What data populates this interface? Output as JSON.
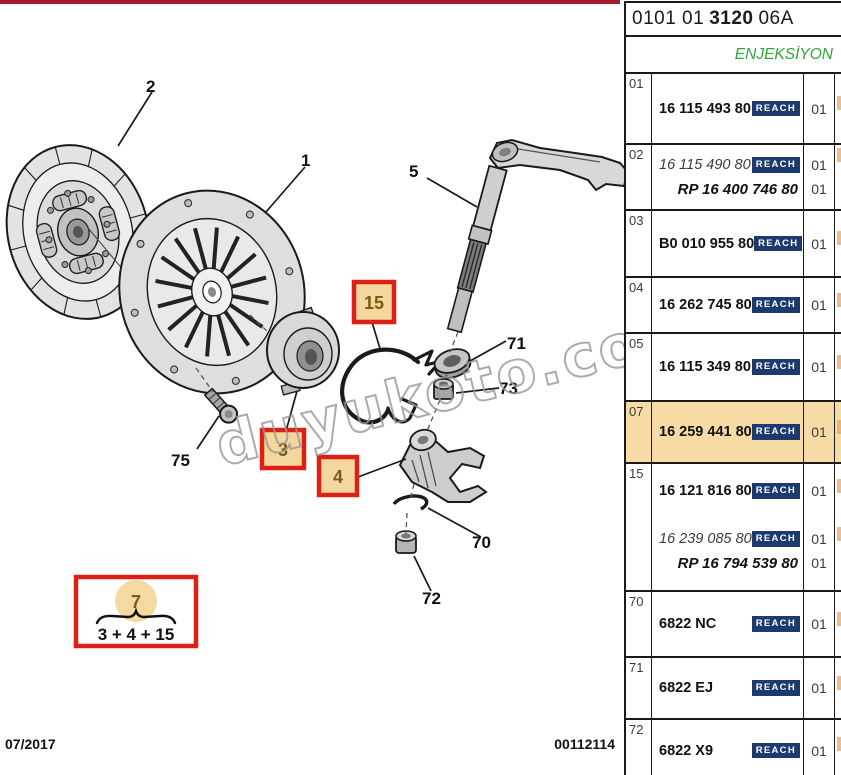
{
  "header": {
    "code_prefix": "0101 01",
    "code_bold": "3120",
    "code_suffix": "06A",
    "section": "ENJEKSİYON"
  },
  "labels": {
    "reach": "REACH"
  },
  "footer": {
    "date": "07/2017",
    "doc_number": "00112114"
  },
  "diagram": {
    "watermark": "duyukoto.com",
    "part_labels": {
      "p1": "1",
      "p2": "2",
      "p5": "5",
      "p70": "70",
      "p71": "71",
      "p72": "72",
      "p73": "73",
      "p75": "75"
    },
    "callouts": {
      "c15": "15",
      "c3": "3",
      "c4": "4"
    },
    "legend": {
      "group": "7",
      "formula": "3 + 4 + 15"
    }
  },
  "colors": {
    "top_line": "#a81a2e",
    "callout_red": "#dd2016",
    "callout_fill": "#f3d79f",
    "highlight_row": "#f6dca4",
    "reach_bg": "#1d3a6e",
    "section_green": "#2fa637"
  },
  "table": {
    "rows": [
      {
        "num": "01",
        "highlight": false,
        "lines": [
          {
            "text": "16 115 493 80",
            "style": "bold",
            "reach": true,
            "qty": "01"
          }
        ]
      },
      {
        "num": "02",
        "highlight": false,
        "lines": [
          {
            "text": "16 115 490 80",
            "style": "italic",
            "reach": true,
            "qty": "01"
          },
          {
            "text": "RP 16 400 746 80",
            "style": "rp",
            "reach": false,
            "qty": "01"
          }
        ]
      },
      {
        "num": "03",
        "highlight": false,
        "lines": [
          {
            "text": "B0 010 955 80",
            "style": "bold",
            "reach": true,
            "qty": "01"
          }
        ]
      },
      {
        "num": "04",
        "highlight": false,
        "lines": [
          {
            "text": "16 262 745 80",
            "style": "bold",
            "reach": true,
            "qty": "01"
          }
        ]
      },
      {
        "num": "05",
        "highlight": false,
        "lines": [
          {
            "text": "16 115 349 80",
            "style": "bold",
            "reach": true,
            "qty": "01"
          }
        ]
      },
      {
        "num": "07",
        "highlight": true,
        "lines": [
          {
            "text": "16 259 441 80",
            "style": "bold",
            "reach": true,
            "qty": "01"
          }
        ]
      },
      {
        "num": "15",
        "highlight": false,
        "lines": [
          {
            "text": "16 121 816 80",
            "style": "bold",
            "reach": true,
            "qty": "01"
          },
          {
            "text": "16 239 085 80",
            "style": "italic",
            "reach": true,
            "qty": "01"
          },
          {
            "text": "RP 16 794 539 80",
            "style": "rp",
            "reach": false,
            "qty": "01"
          }
        ]
      },
      {
        "num": "70",
        "highlight": false,
        "lines": [
          {
            "text": "6822 NC",
            "style": "bold",
            "reach": true,
            "qty": "01"
          }
        ]
      },
      {
        "num": "71",
        "highlight": false,
        "lines": [
          {
            "text": "6822 EJ",
            "style": "bold",
            "reach": true,
            "qty": "01"
          }
        ]
      },
      {
        "num": "72",
        "highlight": false,
        "lines": [
          {
            "text": "6822 X9",
            "style": "bold",
            "reach": true,
            "qty": "01"
          }
        ]
      }
    ]
  }
}
